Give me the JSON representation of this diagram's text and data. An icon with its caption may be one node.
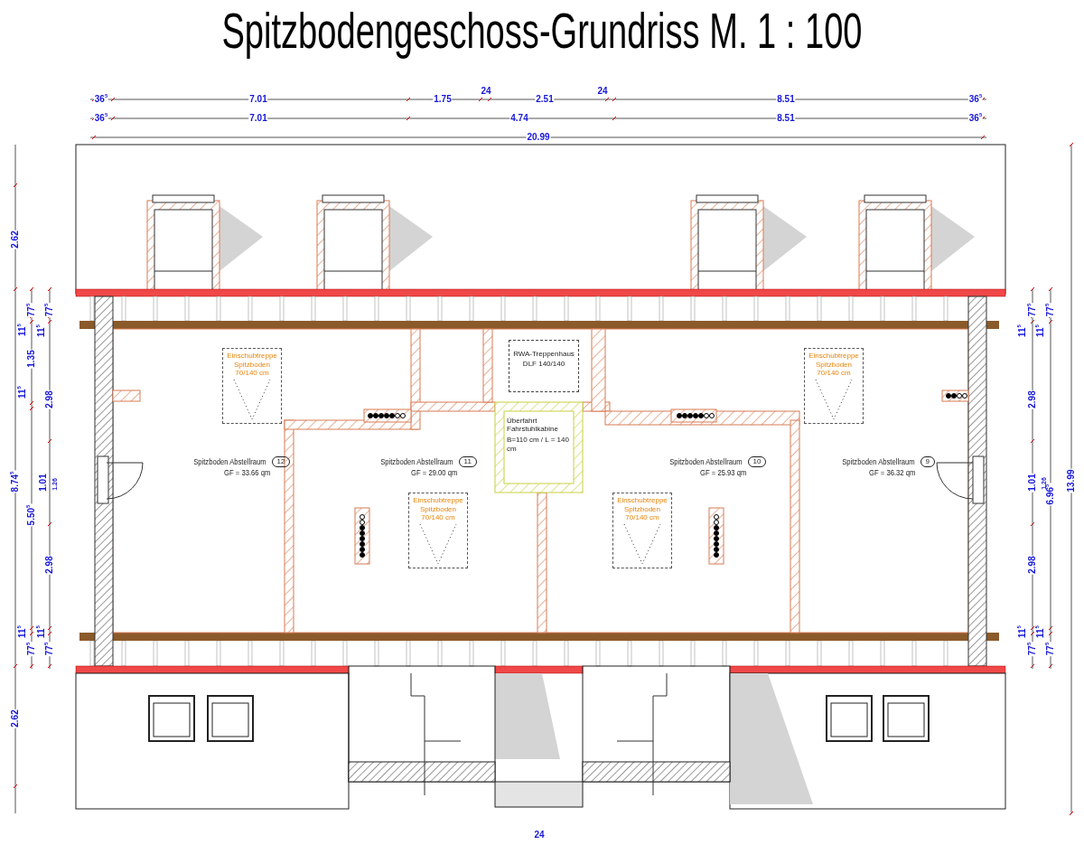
{
  "diagram": {
    "title": "Spitzbodengeschoss-Grundriss  M. 1 : 100",
    "nodes": [
      {
        "text": [
          "Einschubtreppe Spitzboden 70/140 cm"
        ]
      },
      {
        "text": [
          "RWA-Treppenhaus",
          "DLF 140/140"
        ]
      },
      {
        "text": [
          "Einschubtreppe Spitzboden 70/140 cm"
        ]
      },
      {
        "text": [
          "Überfahrt Fahrstuhlkabine",
          "B=110 cm / L = 140 cm"
        ]
      },
      {
        "text": [
          "Spitzboden Abstellraum",
          "12",
          "GF = 33.66 qm"
        ]
      },
      {
        "text": [
          "Spitzboden Abstellraum",
          "11",
          "GF = 29.00 qm"
        ]
      },
      {
        "text": [
          "Spitzboden Abstellraum",
          "10",
          "GF = 25.93 qm"
        ]
      },
      {
        "text": [
          "Spitzboden Abstellraum",
          "9",
          "GF = 36.32 qm"
        ]
      },
      {
        "text": [
          "Einschubtreppe Spitzboden 70/140 cm"
        ]
      },
      {
        "text": [
          "Einschubtreppe Spitzboden 70/140 cm"
        ]
      }
    ],
    "labels": [
      "36$^{5}$",
      "7.01",
      "1.75",
      "24",
      "2.51",
      "24",
      "8.51",
      "36$^{5}$",
      "36$^{5}$",
      "7.01",
      "4.74",
      "8.51",
      "36$^{5}$",
      "20.99",
      "2.62",
      "77$^{5}$",
      "77$^{5}$",
      "11$^{5}$",
      "11$^{5}$",
      "1.35",
      "11$^{5}$",
      "2.98",
      "8.74$^{5}$",
      "1.01",
      "1.26",
      "5.50$^{5}$",
      "2.98",
      "11$^{5}$",
      "11$^{5}$",
      "77$^{5}$",
      "77$^{5}$",
      "2.62",
      "77$^{5}$",
      "77$^{5}$",
      "11$^{5}$",
      "11$^{5}$",
      "2.98",
      "1.01",
      "1.26",
      "6.96$^{5}$",
      "13.99",
      "2.98",
      "11$^{5}$",
      "11$^{5}$",
      "77$^{5}$",
      "77$^{5}$",
      "24"
    ]
  }
}
